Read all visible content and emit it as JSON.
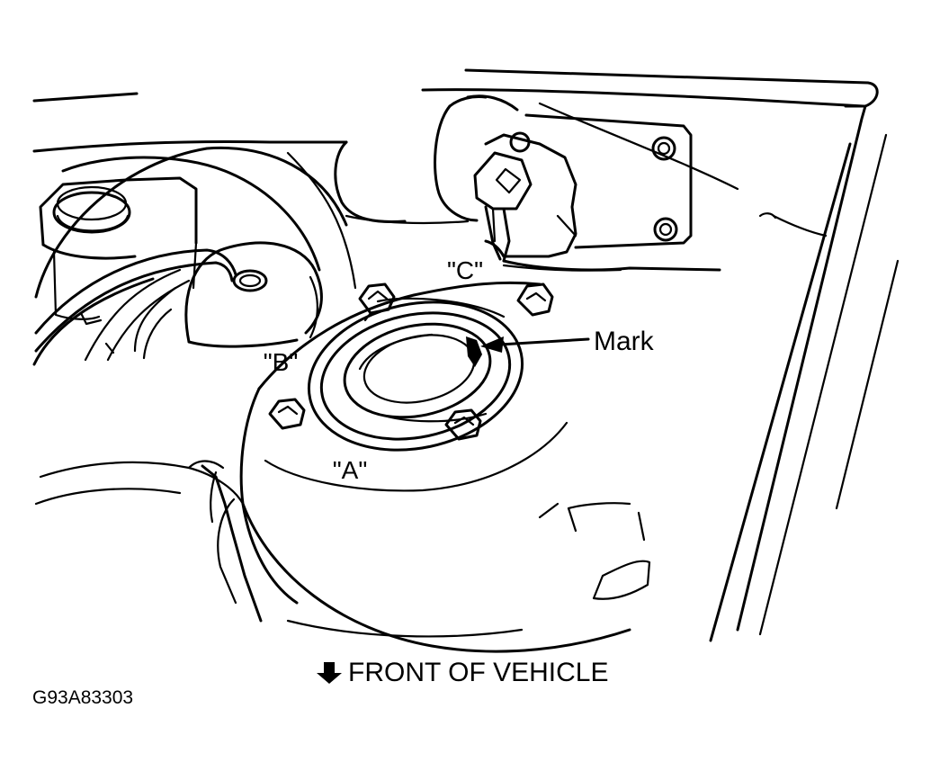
{
  "labels": {
    "c": "\"C\"",
    "b": "\"B\"",
    "a": "\"A\"",
    "mark": "Mark",
    "front_of_vehicle": "FRONT OF VEHICLE",
    "figure_id": "G93A83303"
  },
  "icons": {
    "direction_arrow": "arrow-down-icon"
  },
  "colors": {
    "ink": "#000000",
    "background": "#ffffff"
  }
}
